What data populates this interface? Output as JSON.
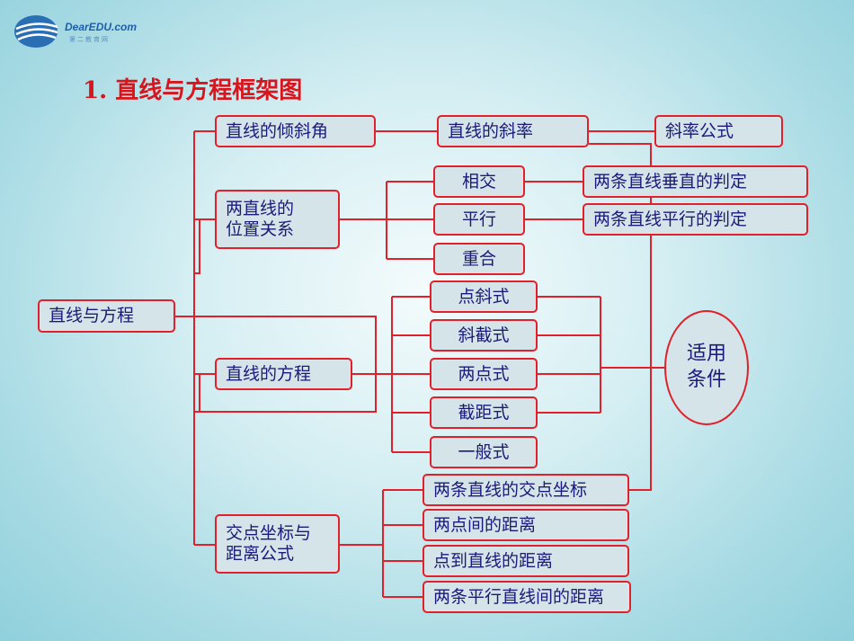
{
  "logo": {
    "text": "DearEDU.com",
    "sub": "第二教育网"
  },
  "title": "1. 直线与方程框架图",
  "nodes": {
    "root": "直线与方程",
    "incline_angle": "直线的倾斜角",
    "slope": "直线的斜率",
    "slope_formula": "斜率公式",
    "position_relation_1": "两直线的",
    "position_relation_2": "位置关系",
    "intersect": "相交",
    "parallel": "平行",
    "coincide": "重合",
    "perp_criterion": "两条直线垂直的判定",
    "parallel_criterion": "两条直线平行的判定",
    "equation": "直线的方程",
    "point_slope": "点斜式",
    "slope_intercept": "斜截式",
    "two_point": "两点式",
    "intercept": "截距式",
    "general": "一般式",
    "applicable_1": "适用",
    "applicable_2": "条件",
    "coord_dist_1": "交点坐标与",
    "coord_dist_2": "距离公式",
    "intersection_coord": "两条直线的交点坐标",
    "two_point_distance": "两点间的距离",
    "point_line_distance": "点到直线的距离",
    "parallel_lines_distance": "两条平行直线间的距离"
  },
  "colors": {
    "line": "#e0202a",
    "box_fill": "#d4e4e8",
    "text": "#1a1a7a",
    "title": "#d8141c"
  }
}
